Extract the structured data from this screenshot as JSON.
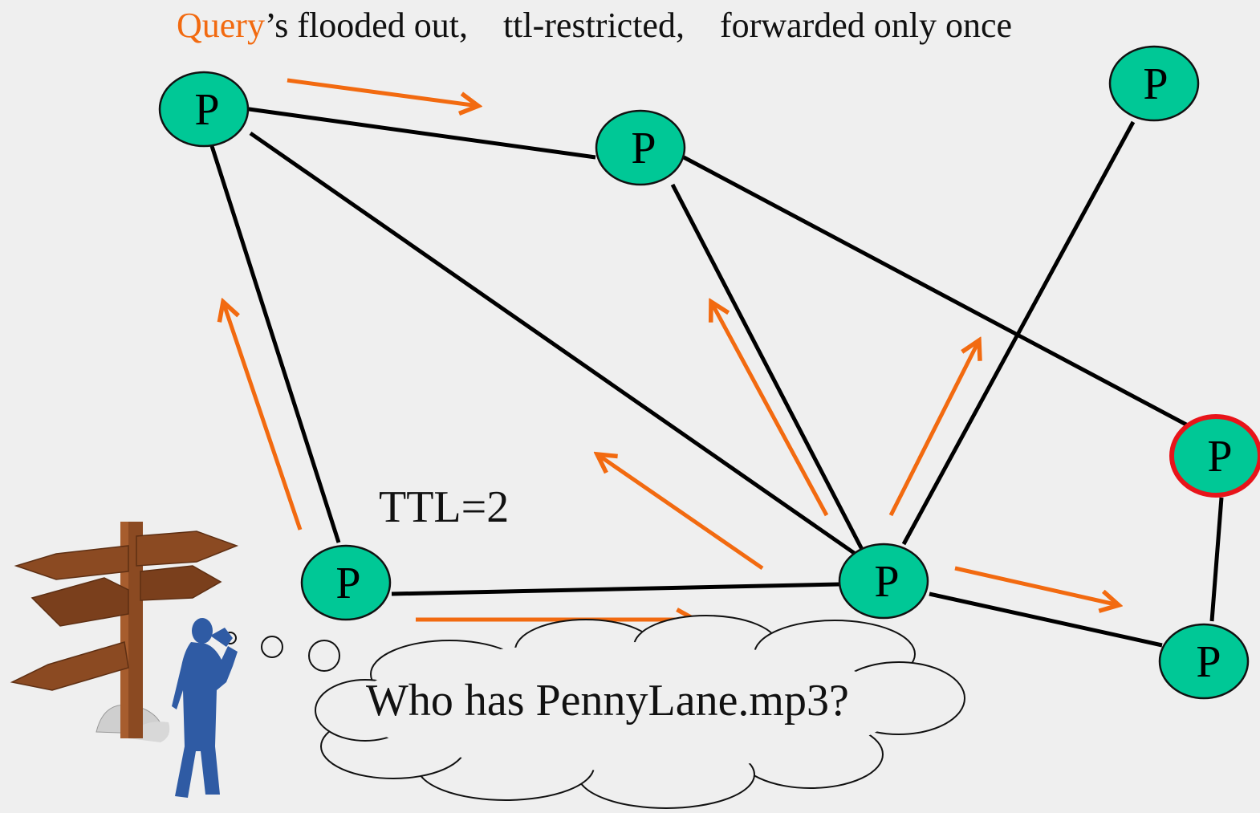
{
  "title": {
    "highlight": "Query",
    "rest": "’s flooded out,    ttl-restricted,    forwarded only once",
    "highlight_color": "#f26a10"
  },
  "ttl_label": "TTL=2",
  "cloud_text": "Who has PennyLane.mp3?",
  "node_label": "P",
  "colors": {
    "node_fill": "#00c896",
    "node_stroke": "#111111",
    "target_stroke": "#e8141a",
    "edge": "#000000",
    "arrow": "#f26a10",
    "person": "#2f5ba4",
    "signpost": "#8b4a22"
  },
  "nodes": [
    {
      "id": "p1",
      "label": "P",
      "target": false
    },
    {
      "id": "p2",
      "label": "P",
      "target": false
    },
    {
      "id": "p3",
      "label": "P",
      "target": false
    },
    {
      "id": "p4",
      "label": "P",
      "target": true
    },
    {
      "id": "p5",
      "label": "P",
      "target": false
    },
    {
      "id": "p6",
      "label": "P",
      "target": false
    },
    {
      "id": "p7",
      "label": "P",
      "target": false
    }
  ],
  "icons": [
    "signpost-icon",
    "person-on-phone-icon",
    "thought-bubble-icon"
  ]
}
